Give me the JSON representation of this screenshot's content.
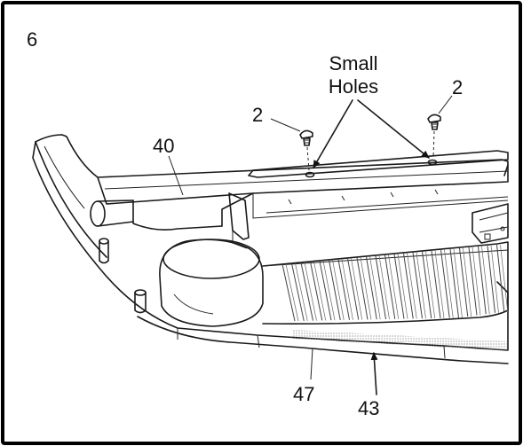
{
  "step_number": "6",
  "callouts": {
    "small_holes_line1": "Small",
    "small_holes_line2": "Holes",
    "screw_left": "2",
    "screw_right": "2",
    "part_40": "40",
    "part_47": "47",
    "part_43": "43"
  },
  "colors": {
    "frame": "#000000",
    "line": "#1a1a1a",
    "background": "#ffffff",
    "shade": "#e6e6e6"
  },
  "icons": {
    "screw": "screw-icon",
    "arrow": "arrow-icon"
  }
}
